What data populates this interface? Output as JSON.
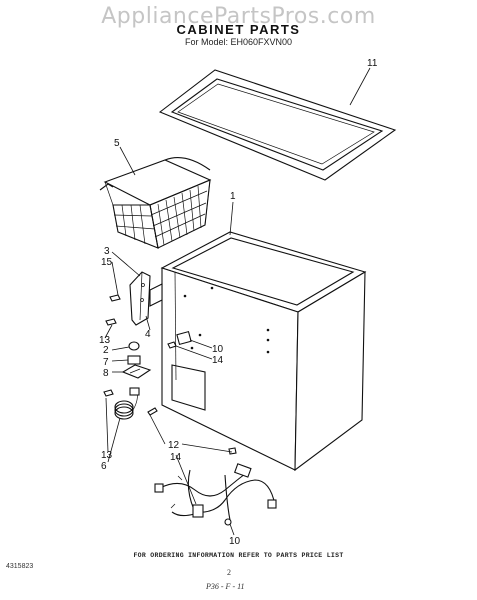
{
  "watermark": "AppliancePartsPros.com",
  "title": "CABINET PARTS",
  "subtitle": "For Model: EH060FXVN00",
  "footer_note": "FOR ORDERING INFORMATION REFER TO PARTS PRICE LIST",
  "doc_code": "4315823",
  "page_number": "2",
  "signature": "P36 - F - 11",
  "callouts": {
    "c1": "1",
    "c2": "2",
    "c3": "3",
    "c4": "4",
    "c5": "5",
    "c6": "6",
    "c7": "7",
    "c8": "8",
    "c10a": "10",
    "c10b": "10",
    "c11": "11",
    "c12": "12",
    "c13a": "13",
    "c13b": "13",
    "c14a": "14",
    "c14b": "14",
    "c15": "15"
  }
}
